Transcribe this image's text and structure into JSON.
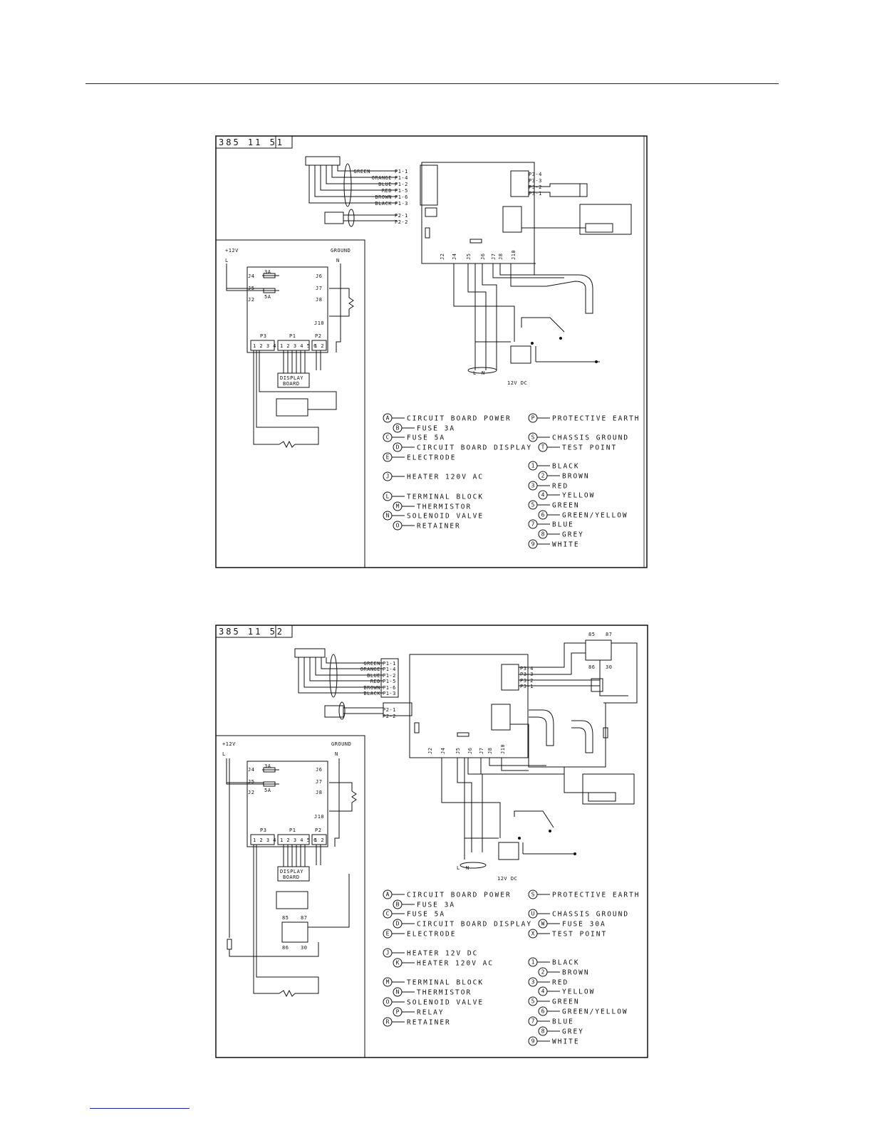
{
  "diagrams": [
    {
      "id_label": "385 11 51",
      "supply": {
        "plus12v": "+12V",
        "ground": "GROUND",
        "l": "L",
        "n": "N"
      },
      "jacks": [
        "J4",
        "J5",
        "J2",
        "J6",
        "J7",
        "J8",
        "J10"
      ],
      "board_jacks": [
        "J2",
        "J4",
        "J5",
        "J6",
        "J7",
        "J8",
        "J10"
      ],
      "fuses": [
        "3A",
        "5A"
      ],
      "ports": [
        "P3",
        "P1",
        "P2"
      ],
      "port_pins": [
        "1 2 3 4",
        "1 2 3 4 5 6",
        "1 2"
      ],
      "display_board": [
        "DISPLAY",
        "BOARD"
      ],
      "p1_pins": [
        "P1-1",
        "P1-4",
        "P1-2",
        "P1-5",
        "P1-6",
        "P1-3"
      ],
      "p1_wires": [
        "GREEN",
        "ORANGE",
        "BLUE",
        "RED",
        "BROWN",
        "BLACK"
      ],
      "p2_pins": [
        "P2-1",
        "P2-2"
      ],
      "p3_pins": [
        "P3-4",
        "P3-3",
        "P3-2",
        "P3-1"
      ],
      "dc_label": "12V DC",
      "legend_left": [
        {
          "code": "A",
          "text": "CIRCUIT BOARD POWER"
        },
        {
          "code": "B",
          "text": "FUSE 3A"
        },
        {
          "code": "C",
          "text": "FUSE 5A"
        },
        {
          "code": "D",
          "text": "CIRCUIT BOARD DISPLAY"
        },
        {
          "code": "E",
          "text": "ELECTRODE"
        },
        {
          "code": "J",
          "text": "HEATER 120V AC"
        },
        {
          "code": "L",
          "text": "TERMINAL BLOCK"
        },
        {
          "code": "M",
          "text": "THERMISTOR"
        },
        {
          "code": "N",
          "text": "SOLENOID VALVE"
        },
        {
          "code": "O",
          "text": "RETAINER"
        }
      ],
      "legend_right": [
        {
          "code": "P",
          "text": "PROTECTIVE EARTH"
        },
        {
          "code": "S",
          "text": "CHASSIS GROUND"
        },
        {
          "code": "T",
          "text": "TEST POINT"
        },
        {
          "code": "1",
          "text": "BLACK"
        },
        {
          "code": "2",
          "text": "BROWN"
        },
        {
          "code": "3",
          "text": "RED"
        },
        {
          "code": "4",
          "text": "YELLOW"
        },
        {
          "code": "5",
          "text": "GREEN"
        },
        {
          "code": "6",
          "text": "GREEN/YELLOW"
        },
        {
          "code": "7",
          "text": "BLUE"
        },
        {
          "code": "8",
          "text": "GREY"
        },
        {
          "code": "9",
          "text": "WHITE"
        }
      ]
    },
    {
      "id_label": "385 11 52",
      "supply": {
        "plus12v": "+12V",
        "ground": "GROUND",
        "l": "L",
        "n": "N"
      },
      "jacks": [
        "J4",
        "J5",
        "J2",
        "J6",
        "J7",
        "J8",
        "J10"
      ],
      "board_jacks": [
        "J2",
        "J4",
        "J5",
        "J6",
        "J7",
        "J8",
        "J10"
      ],
      "fuses": [
        "3A",
        "5A"
      ],
      "ports": [
        "P3",
        "P1",
        "P2"
      ],
      "port_pins": [
        "1 2 3 4",
        "1 2 3 4 5 6",
        "1 2"
      ],
      "display_board": [
        "DISPLAY",
        "BOARD"
      ],
      "p1_pins": [
        "P1-1",
        "P1-4",
        "P1-2",
        "P1-5",
        "P1-6",
        "P1-3"
      ],
      "p1_wires": [
        "GREEN",
        "ORANGE",
        "BLUE",
        "RED",
        "BROWN",
        "BLACK"
      ],
      "p2_pins": [
        "P2-1",
        "P2-2"
      ],
      "p3_pins": [
        "P3-4",
        "P3-3",
        "P3-2",
        "P3-1"
      ],
      "relay_pins": [
        "85",
        "87",
        "86",
        "30"
      ],
      "dc_label": "12V DC",
      "legend_left": [
        {
          "code": "A",
          "text": "CIRCUIT BOARD POWER"
        },
        {
          "code": "B",
          "text": "FUSE 3A"
        },
        {
          "code": "C",
          "text": "FUSE 5A"
        },
        {
          "code": "D",
          "text": "CIRCUIT BOARD DISPLAY"
        },
        {
          "code": "E",
          "text": "ELECTRODE"
        },
        {
          "code": "J",
          "text": "HEATER 12V DC"
        },
        {
          "code": "K",
          "text": "HEATER 120V AC"
        },
        {
          "code": "M",
          "text": "TERMINAL BLOCK"
        },
        {
          "code": "N",
          "text": "THERMISTOR"
        },
        {
          "code": "O",
          "text": "SOLENOID VALVE"
        },
        {
          "code": "P",
          "text": "RELAY"
        },
        {
          "code": "R",
          "text": "RETAINER"
        }
      ],
      "legend_right": [
        {
          "code": "S",
          "text": "PROTECTIVE EARTH"
        },
        {
          "code": "U",
          "text": "CHASSIS GROUND"
        },
        {
          "code": "W",
          "text": "FUSE 30A"
        },
        {
          "code": "X",
          "text": "TEST POINT"
        },
        {
          "code": "1",
          "text": "BLACK"
        },
        {
          "code": "2",
          "text": "BROWN"
        },
        {
          "code": "3",
          "text": "RED"
        },
        {
          "code": "4",
          "text": "YELLOW"
        },
        {
          "code": "5",
          "text": "GREEN"
        },
        {
          "code": "6",
          "text": "GREEN/YELLOW"
        },
        {
          "code": "7",
          "text": "BLUE"
        },
        {
          "code": "8",
          "text": "GREY"
        },
        {
          "code": "9",
          "text": "WHITE"
        }
      ]
    }
  ]
}
